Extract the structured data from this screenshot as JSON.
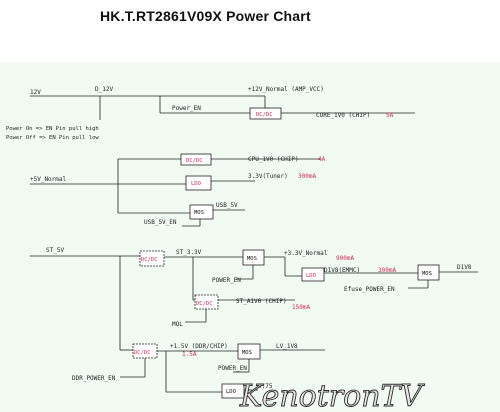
{
  "title": "HK.T.RT2861V09X  Power Chart",
  "watermark": "KenotronTV",
  "notes": {
    "on": "Power On => EN Pin pull high",
    "off": "Power Off => EN Pin pull low"
  },
  "nets": {
    "in_12v": "12V",
    "d_12v": "D_12V",
    "amp": "+12V_Normal (AMP_VCC)",
    "power_en": "Power_EN",
    "core": "CORE_1V0 (CHIP)",
    "core_i": "5A",
    "cpu": "CPU_1V0 (CHIP)",
    "cpu_i": "4A",
    "five_v": "+5V_Normal",
    "tuner": "3.3V(Tuner)",
    "tuner_i": "300mA",
    "usb5": "USB_5V",
    "usb_en": "USB_5V_EN",
    "st5": "ST_5V",
    "st33": "ST_3.3V",
    "p_en2": "POWER_EN",
    "normal33": "+3.3V_Normal",
    "normal33_i": "900mA",
    "d1v8": "D1V8(EMMC)",
    "d1v8_i": "300mA",
    "d1v8_out": "D1V8",
    "efuse": "Efuse_POWER_EN",
    "st_a1": "ST_A1V0 (CHIP)",
    "st_a1_i": "150mA",
    "mol": "MOL",
    "ddr": "+1.5V (DDR/CHIP)",
    "ddr_i": "1.5A",
    "lv": "LV_1V8",
    "p_en3": "POWER_EN",
    "ddr_en": "DDR_POWER_EN",
    "bottom_i": "0.75"
  },
  "blocks": {
    "dcdc": "DC/DC",
    "ldo": "LDO",
    "mos": "MOS"
  }
}
